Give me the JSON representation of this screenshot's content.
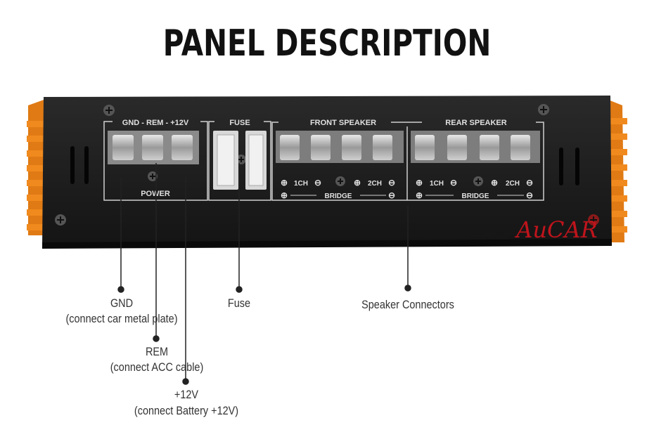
{
  "title": "PANEL DESCRIPTION",
  "panel": {
    "power_header": "GND - REM - +12V",
    "power_label": "POWER",
    "fuse_header": "FUSE",
    "front_header": "FRONT SPEAKER",
    "rear_header": "REAR SPEAKER",
    "ch1": "1CH",
    "ch2": "2CH",
    "bridge": "BRIDGE",
    "brand": "AuCAR"
  },
  "callouts": {
    "gnd_title": "GND",
    "gnd_desc": "(connect car metal plate)",
    "rem_title": "REM",
    "rem_desc": "(connect ACC cable)",
    "v12_title": "+12V",
    "v12_desc": "(connect Battery +12V)",
    "fuse": "Fuse",
    "speaker": "Speaker Connectors"
  },
  "colors": {
    "body": "#1c1c1c",
    "heatsink": "#f08a1e",
    "brand": "#c0141c"
  }
}
